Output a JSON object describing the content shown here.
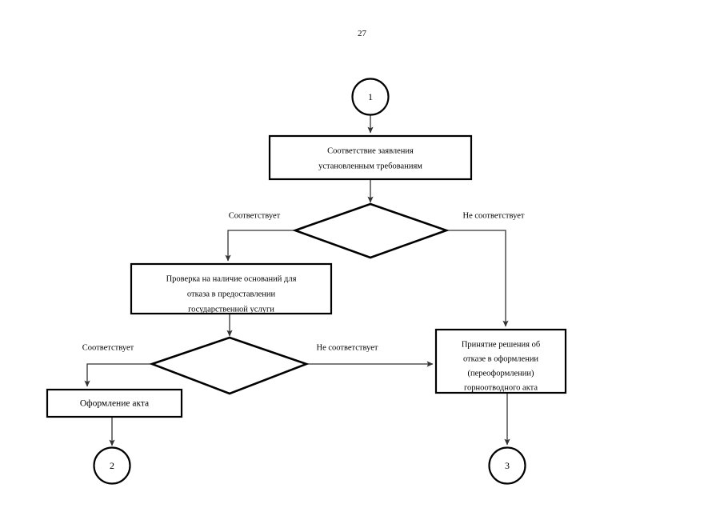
{
  "document": {
    "page_number": "27",
    "type": "flowchart"
  },
  "nodes": {
    "start_connector": {
      "label": "1",
      "shape": "circle"
    },
    "process_1": {
      "shape": "rectangle",
      "lines": [
        "Соответствие заявления",
        "установленным требованиям"
      ]
    },
    "decision_1": {
      "shape": "diamond",
      "label": ""
    },
    "process_2": {
      "shape": "rectangle",
      "lines": [
        "Проверка на наличие оснований для",
        "отказа в предоставлении",
        "государственной услуги"
      ]
    },
    "decision_2": {
      "shape": "diamond",
      "label": ""
    },
    "process_3": {
      "shape": "rectangle",
      "lines": [
        "Оформление акта"
      ]
    },
    "process_4": {
      "shape": "rectangle",
      "lines": [
        "Принятие решения об",
        "отказе в оформлении",
        "(переоформлении)",
        "горноотводного акта"
      ]
    },
    "end_connector_2": {
      "label": "2",
      "shape": "circle"
    },
    "end_connector_3": {
      "label": "3",
      "shape": "circle"
    }
  },
  "edge_labels": {
    "d1_yes": "Соответствует",
    "d1_no": "Не соответствует",
    "d2_yes": "Соответствует",
    "d2_no": "Не соответствует"
  },
  "colors": {
    "stroke": "#000000",
    "connector_stroke": "#333333",
    "fill": "#ffffff",
    "text": "#000000"
  }
}
